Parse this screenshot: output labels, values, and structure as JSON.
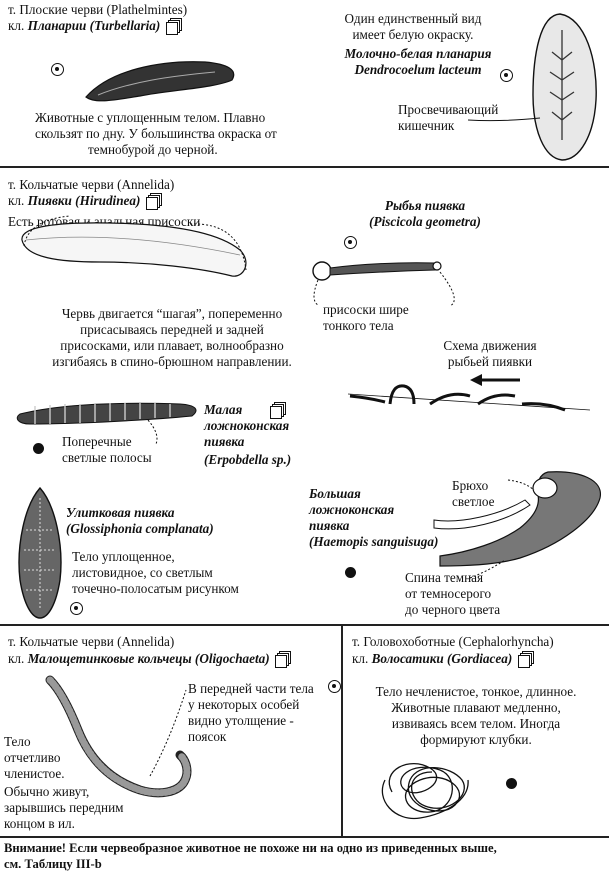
{
  "s1": {
    "type": "т. Плоские черви (Plathelmintes)",
    "class_prefix": "кл.",
    "class_name": "Планарии (Turbellaria)",
    "desc": [
      "Животные с уплощенным телом. Плавно",
      "скользят по дну. У большинства окраска от",
      "темнобурой до черной."
    ],
    "white_note": [
      "Один единственный вид",
      "имеет белую окраску."
    ],
    "white_name": [
      "Молочно-белая планария",
      "Dendrocoelum lacteum"
    ],
    "gut_label": [
      "Просвечивающий",
      "кишечник"
    ]
  },
  "s2": {
    "type": "т. Кольчатые черви (Annelida)",
    "class_prefix": "кл.",
    "class_name": "Пиявки (Hirudinea)",
    "suckers": "Есть ротовая и анальная присоски",
    "fish_leech": [
      "Рыбья пиявка",
      "(Piscicola geometra)"
    ],
    "fish_suckers": [
      "присоски шире",
      "тонкого тела"
    ],
    "movement": [
      "Червь двигается “шагая”, попеременно",
      "присасываясь передней и задней",
      "присосками, или плавает, волнообразно",
      "изгибаясь в спино-брюшном направлении."
    ],
    "scheme": [
      "Схема движения",
      "рыбьей пиявки"
    ],
    "small_leech": [
      "Малая",
      "ложноконская",
      "пиявка",
      "(Erpobdella sp.)"
    ],
    "stripes": [
      "Поперечные",
      "светлые полосы"
    ],
    "snail_leech": [
      "Улитковая пиявка",
      "(Glossiphonia complanata)"
    ],
    "snail_desc": [
      "Тело уплощенное,",
      "листовидное, со светлым",
      "точечно-полосатым рисунком"
    ],
    "big_leech": [
      "Большая",
      "ложноконская",
      "пиявка",
      "(Haemopis sanguisuga)"
    ],
    "belly": [
      "Брюхо",
      "светлое"
    ],
    "back": [
      "Спина темная",
      "от темносерого",
      "до черного цвета"
    ]
  },
  "s3": {
    "type": "т. Кольчатые черви (Annelida)",
    "class_prefix": "кл.",
    "class_name": "Малощетинковые кольчецы (Oligochaeta)",
    "thickening": [
      "В передней части тела",
      "у некоторых особей",
      "видно утолщение -",
      "поясок"
    ],
    "body": [
      "Тело",
      "отчетливо",
      "членистое.",
      "Обычно живут,",
      "зарывшись передним",
      "концом в ил."
    ]
  },
  "s4": {
    "type": "т. Головохоботные (Cephalorhyncha)",
    "class_prefix": "кл.",
    "class_name": "Волосатики (Gordiacea)",
    "desc": [
      "Тело нечленистое, тонкое, длинное.",
      "Животные плавают медленно,",
      "извиваясь всем телом. Иногда",
      "формируют клубки."
    ]
  },
  "warning": [
    "Внимание! Если червеобразное животное не похоже ни на одно из приведенных выше,",
    "см. Таблицу III-b"
  ]
}
